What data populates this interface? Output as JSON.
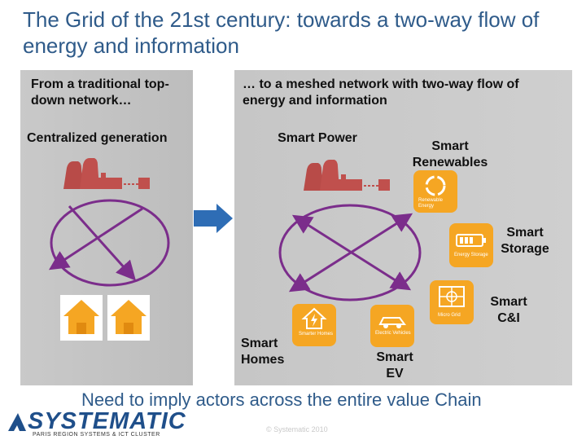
{
  "slide": {
    "title": "The Grid of the 21st century: towards a two-way flow of energy and information"
  },
  "left_panel": {
    "header": "From a traditional top-down network…",
    "generation_label": "Centralized generation"
  },
  "right_panel": {
    "header": "… to a meshed network with two-way flow of energy and information",
    "smart_power": "Smart Power",
    "smart_renewables": "Smart Renewables",
    "smart_storage": "Smart Storage",
    "smart_ci": "Smart C&I",
    "smart_homes": "Smart Homes",
    "smart_ev": "Smart EV"
  },
  "icons": {
    "renewable_caption": "Renewable Energy",
    "storage_caption": "Energy Storage",
    "homes_caption": "Smarter Homes",
    "ev_caption": "Electric Vehicles",
    "ci_caption": "Micro Grid"
  },
  "footer": {
    "tagline": "Need to imply actors across the entire value Chain",
    "copyright": "© Systematic 2010"
  },
  "logo": {
    "name": "SYSTEMATIC",
    "subtitle": "PARIS REGION SYSTEMS & ICT CLUSTER"
  },
  "colors": {
    "title": "#2f5b8a",
    "accent_purple": "#7b2d8b",
    "factory_red": "#c0504d",
    "icon_orange": "#f5a623",
    "arrow_blue": "#2e6db5"
  }
}
